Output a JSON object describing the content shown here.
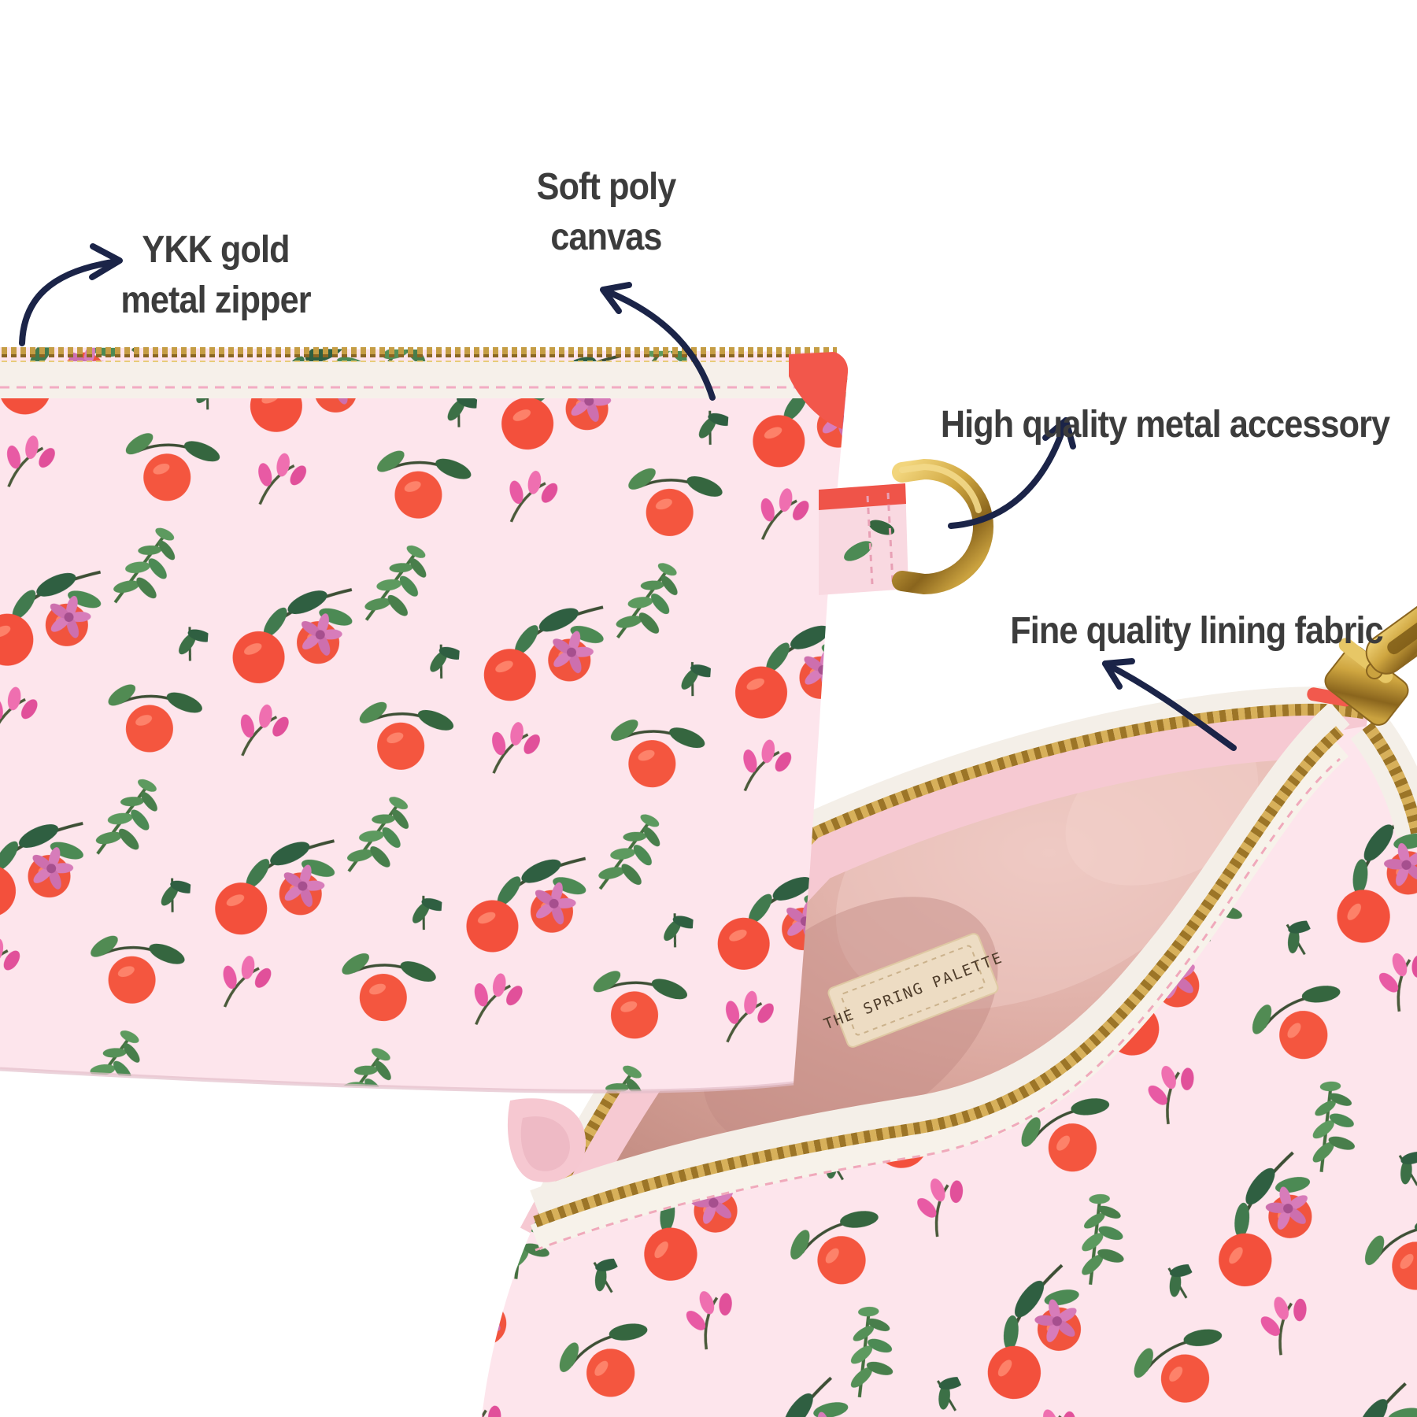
{
  "annotations": {
    "zipper": {
      "line1": "YKK gold",
      "line2": "metal zipper"
    },
    "canvas": {
      "line1": "Soft poly",
      "line2": "canvas"
    },
    "metal_accessory": {
      "text": "High quality metal accessory"
    },
    "lining": {
      "text": "Fine quality lining fabric"
    }
  },
  "product": {
    "brand_label": "THE SPRING PALETTE"
  },
  "colors": {
    "annotation_text": "#3c3c3c",
    "arrow_navy": "#1b2448",
    "fabric_pink": "#fde5ec",
    "fruit_red": "#f3503c",
    "leaf_green": "#2f5f41",
    "bud_pink": "#e85aa4",
    "flower_lilac": "#d77cba",
    "lining_rose": "#dba89f",
    "lining_fold_pink": "#f6c9d2",
    "zipper_gold": "#c49a35",
    "tape_cream": "#f4efe8",
    "label_cream": "#eddcc3",
    "label_text": "#4f3d2b"
  }
}
